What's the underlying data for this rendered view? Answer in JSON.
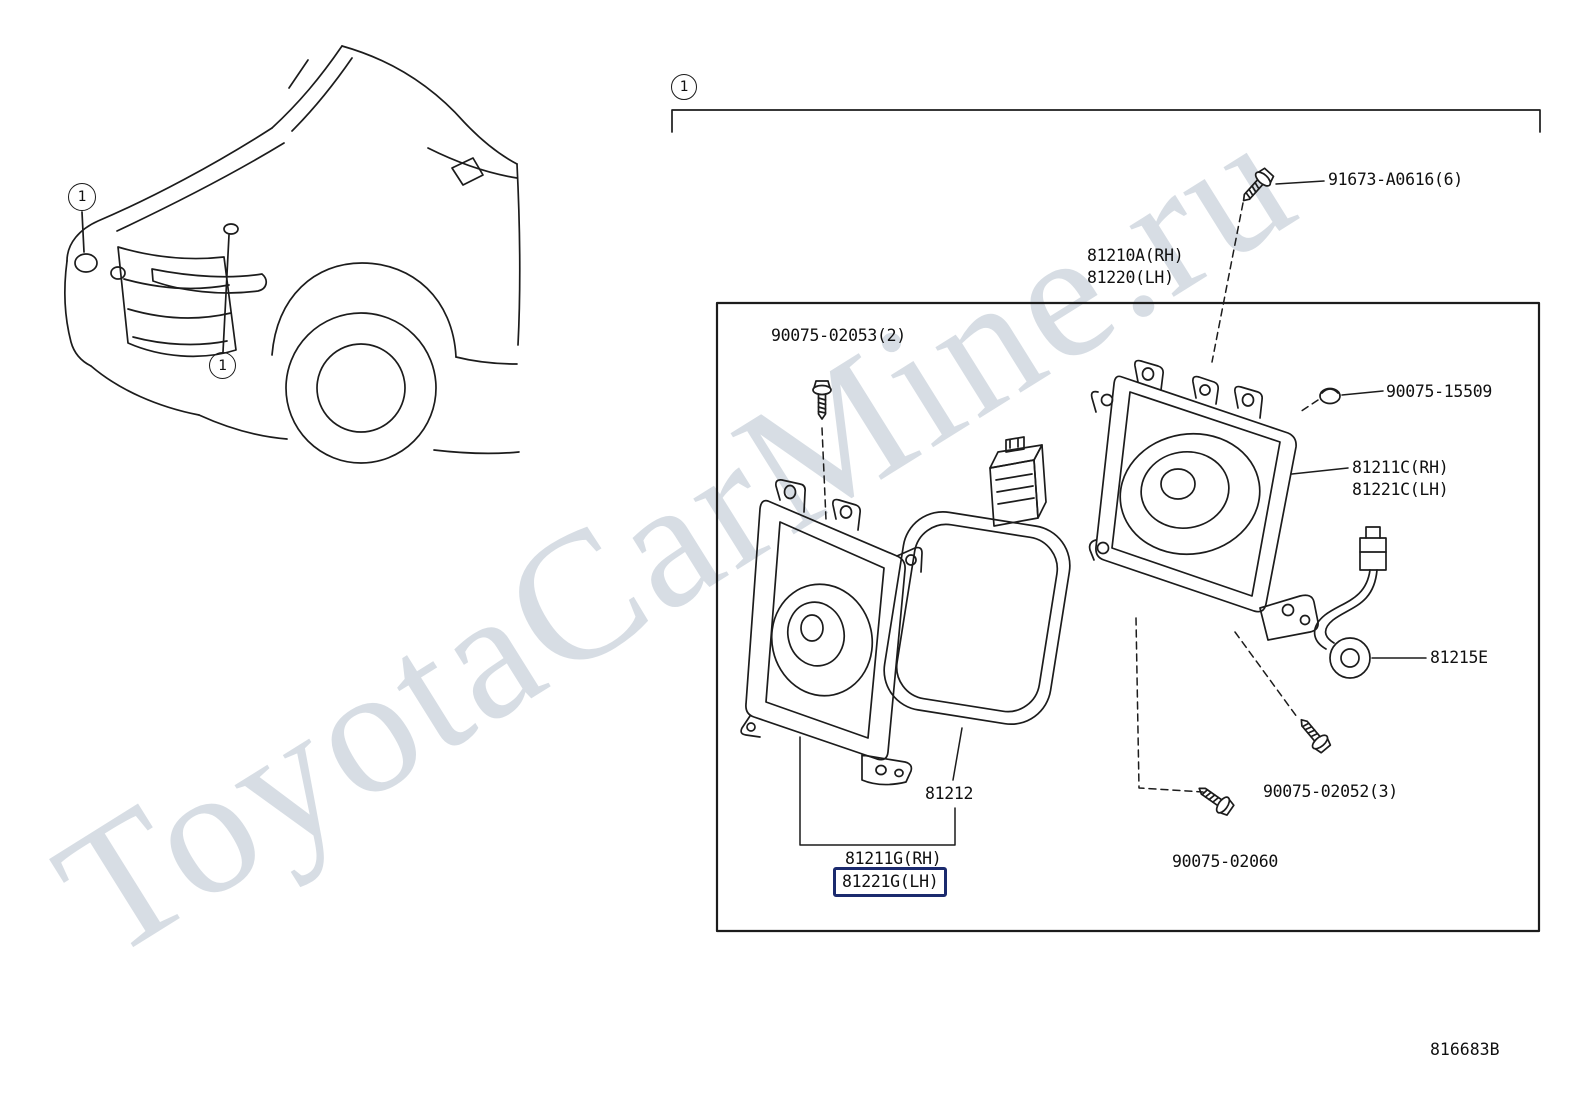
{
  "watermark": "ToyotaCarMine.ru",
  "callout": "1",
  "doc_code": "816683B",
  "colors": {
    "highlight_box": "#1b2a6e",
    "watermark": "#b7c3cf",
    "line_art": "#1c1c1c"
  },
  "parts": {
    "screw_top": "91673-A0616(6)",
    "assy_rh": "81210A(RH)",
    "assy_lh": "81220(LH)",
    "cap": "90075-15509",
    "bracket_rh": "81211C(RH)",
    "bracket_lh": "81221C(LH)",
    "wire": "81215E",
    "screw_inner": "90075-02053(2)",
    "gasket": "81212",
    "cover_rh": "81211G(RH)",
    "cover_lh": "81221G(LH)",
    "screw_bottom_right": "90075-02052(3)",
    "screw_bottom": "90075-02060"
  }
}
